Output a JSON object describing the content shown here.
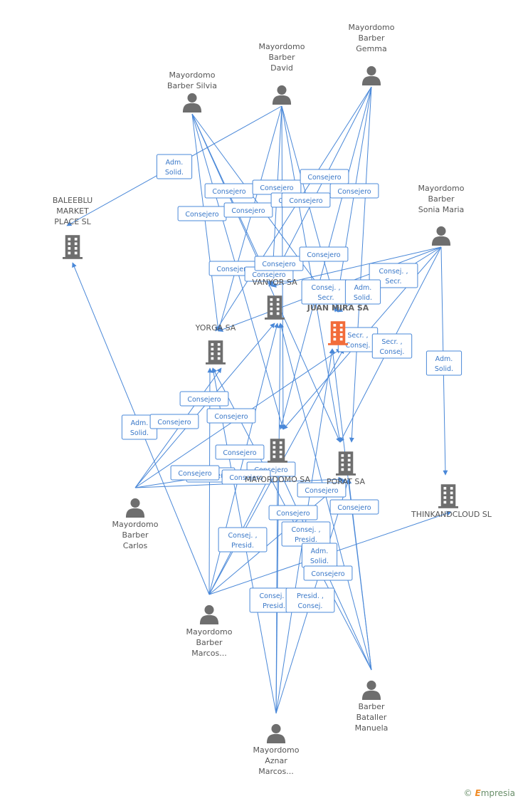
{
  "colors": {
    "edge": "#4a88d8",
    "person": "#6e6e6e",
    "company": "#6e6e6e",
    "focus": "#f26c3a"
  },
  "nodes": [
    {
      "id": "p_gemma",
      "type": "person",
      "label": [
        "Mayordomo",
        "Barber",
        "Gemma"
      ]
    },
    {
      "id": "p_david",
      "type": "person",
      "label": [
        "Mayordomo",
        "Barber",
        "David"
      ]
    },
    {
      "id": "p_silvia",
      "type": "person",
      "label": [
        "Mayordomo",
        "Barber Silvia"
      ]
    },
    {
      "id": "p_sonia",
      "type": "person",
      "label": [
        "Mayordomo",
        "Barber",
        "Sonia Maria"
      ]
    },
    {
      "id": "p_carlos",
      "type": "person",
      "label": [
        "Mayordomo",
        "Barber",
        "Carlos"
      ]
    },
    {
      "id": "p_marcos",
      "type": "person",
      "label": [
        "Mayordomo",
        "Barber",
        "Marcos..."
      ]
    },
    {
      "id": "p_manuela",
      "type": "person",
      "label": [
        "Barber",
        "Bataller",
        "Manuela"
      ]
    },
    {
      "id": "p_aznar",
      "type": "person",
      "label": [
        "Mayordomo",
        "Aznar",
        "Marcos..."
      ]
    },
    {
      "id": "c_baleeblu",
      "type": "company",
      "label": [
        "BALEEBLU",
        "MARKET",
        "PLACE SL"
      ]
    },
    {
      "id": "c_vanyor",
      "type": "company",
      "label": [
        "VANYOR SA"
      ]
    },
    {
      "id": "c_juanmira",
      "type": "focus",
      "label": [
        "JUAN MIRA SA"
      ]
    },
    {
      "id": "c_yorga",
      "type": "company",
      "label": [
        "YORGA SA"
      ]
    },
    {
      "id": "c_mayordomo",
      "type": "company",
      "label": [
        "MAYORDOMO SA"
      ]
    },
    {
      "id": "c_porat",
      "type": "company",
      "label": [
        "PORAT SA"
      ]
    },
    {
      "id": "c_thinkandcloud",
      "type": "company",
      "label": [
        "THINKANDCLOUD SL"
      ]
    }
  ],
  "edge_labels": [
    [
      "Adm.",
      "Solid."
    ],
    [
      "Consejero"
    ],
    [
      "Consejero"
    ],
    [
      "Consejero"
    ],
    [
      "Consejero"
    ],
    [
      "Consejero"
    ],
    [
      "Consejero"
    ],
    [
      "Consejero"
    ],
    [
      "Consejero"
    ],
    [
      "Consejero"
    ],
    [
      "Consejero"
    ],
    [
      "Consejero"
    ],
    [
      "Consejero"
    ],
    [
      "Consej. ,",
      "Secr."
    ],
    [
      "Consej. ,",
      "Secr."
    ],
    [
      "Adm.",
      "Solid."
    ],
    [
      "Secr. ,",
      "Consej."
    ],
    [
      "Secr. ,",
      "Consej."
    ],
    [
      "Adm.",
      "Solid."
    ],
    [
      "Consejero"
    ],
    [
      "Consejero"
    ],
    [
      "Adm.",
      "Solid."
    ],
    [
      "Consejero"
    ],
    [
      "Consejero"
    ],
    [
      "Consejero"
    ],
    [
      "Consejero"
    ],
    [
      "Consejero"
    ],
    [
      "Consejero"
    ],
    [
      "Consejero"
    ],
    [
      "Consejero"
    ],
    [
      "Consej. ,",
      "Presid."
    ],
    [
      "Consej. ,",
      "Presid."
    ],
    [
      "Adm.",
      "Solid."
    ],
    [
      "Consejero"
    ],
    [
      "Consejero"
    ],
    [
      "Consej. ,",
      "Presid."
    ],
    [
      "Presid. ,",
      "Consej."
    ]
  ],
  "watermark": {
    "symbol": "©",
    "brand_initial": "E",
    "brand_rest": "mpresia"
  }
}
